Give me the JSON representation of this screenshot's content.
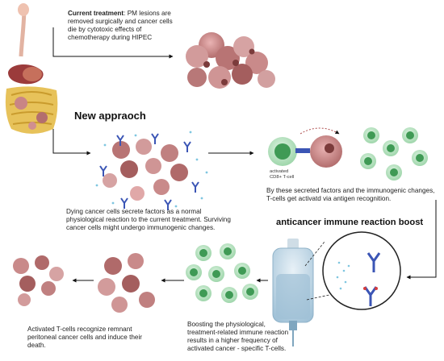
{
  "texts": {
    "current_title": "Current treatment",
    "current_body": ": PM lesions are removed surgically and cancer cells die by cytotoxic effects of chemotherapy during HIPEC",
    "new_approach": "New appraoch",
    "dying_cells": "Dying cancer cells secrete factors as a normal physiological reaction to the current treatment. Surviving cancer cells might undergo immunogenic changes.",
    "activated_label_1": "activated",
    "activated_label_2": "CD8+ T-cell",
    "tcells_activated": "By these secreted factors and the immunogenic changes, T-cells get activatd via antigen recognition.",
    "boost_title": "anticancer immune reaction boost",
    "boosting": "Boosting the physiological, treatment-related immune reaction results in a higher frequency of activated cancer - specific T-cells.",
    "recognize": "Activated T-cells recognize remnant peritoneal cancer cells and induce their death."
  },
  "icons": [
    "digestive-system-icon",
    "tumor-cluster-icon",
    "dying-cancer-cells-icon",
    "t-cell-icon",
    "cancer-cell-icon",
    "green-t-cells-icon",
    "iv-bag-icon",
    "antibody-icon",
    "arrow-icon"
  ],
  "colors": {
    "cancer": "#c98a8a",
    "cancer_dark": "#8c4a4a",
    "tcell_outer": "#a9dbb4",
    "tcell_inner": "#3f9a55",
    "antibody": "#3b55b5",
    "iv_fluid": "#9fc0d6",
    "arrow": "#111111"
  }
}
